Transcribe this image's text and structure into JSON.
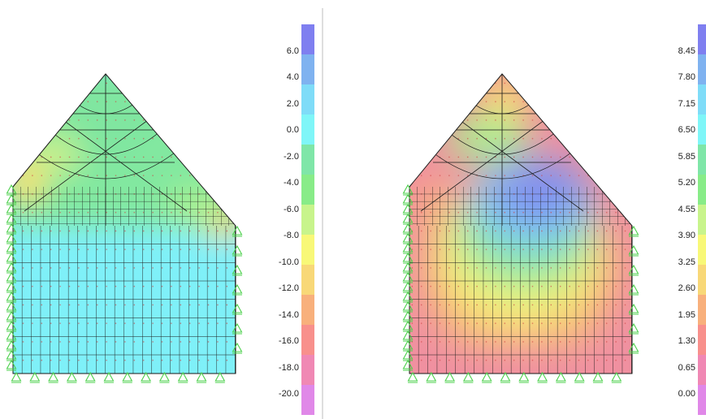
{
  "left_panel": {
    "legend": {
      "colors": [
        "#7f7ff0",
        "#7fb2f0",
        "#7fdcf8",
        "#7ff6f8",
        "#7fe6a8",
        "#88ec88",
        "#c8f48c",
        "#f8f878",
        "#f8d878",
        "#f8b07c",
        "#f8908c",
        "#f088b4",
        "#e088e8"
      ],
      "labels": [
        "6.0",
        "4.0",
        "2.0",
        "0.0",
        "-2.0",
        "-4.0",
        "-6.0",
        "-8.0",
        "-10.0",
        "-12.0",
        "-14.0",
        "-16.0",
        "-18.0",
        "-20.0"
      ]
    }
  },
  "right_panel": {
    "legend": {
      "colors": [
        "#7f7ff0",
        "#7fb2f0",
        "#7fdcf8",
        "#7ff6f8",
        "#7fe6a8",
        "#88ec88",
        "#c8f48c",
        "#f8f878",
        "#f8d878",
        "#f8b07c",
        "#f8908c",
        "#f088b4",
        "#e088e8"
      ],
      "labels": [
        "8.45",
        "7.80",
        "7.15",
        "6.50",
        "5.85",
        "5.20",
        "4.55",
        "3.90",
        "3.25",
        "2.60",
        "1.95",
        "1.30",
        "0.65",
        "0.00"
      ]
    }
  }
}
